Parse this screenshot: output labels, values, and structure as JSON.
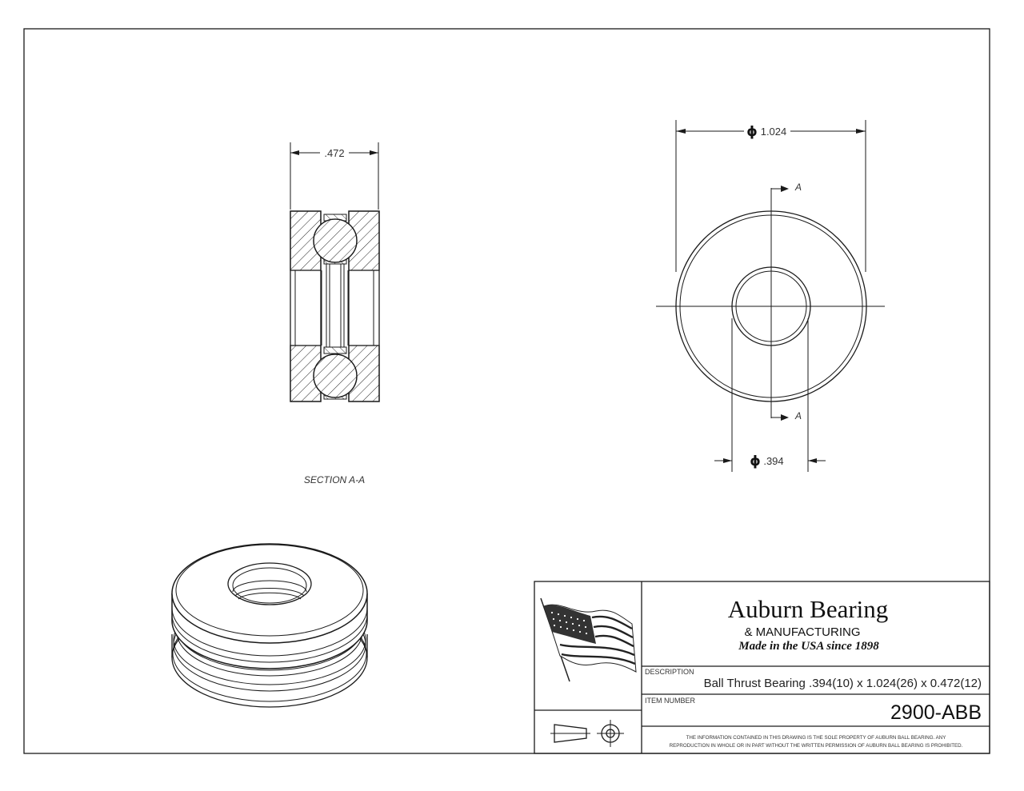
{
  "dimensions": {
    "width": ".472",
    "outer_diameter": "1.024",
    "inner_diameter": ".394",
    "diameter_symbol": "ϕ"
  },
  "views": {
    "section_label": "SECTION A-A",
    "cut_marker": "A"
  },
  "title_block": {
    "company": "Auburn Bearing",
    "subtitle": "& MANUFACTURING",
    "tagline": "Made in the USA since 1898",
    "description_caption": "DESCRIPTION",
    "description": "Ball Thrust Bearing .394(10) x 1.024(26) x 0.472(12)",
    "item_caption": "ITEM NUMBER",
    "item_number": "2900-ABB",
    "notice_line1": "THE INFORMATION CONTAINED IN THIS DRAWING IS THE SOLE PROPERTY OF AUBURN BALL BEARING.  ANY",
    "notice_line2": "REPRODUCTION IN WHOLE OR IN PART WITHOUT THE WRITTEN PERMISSION OF AUBURN BALL BEARING IS PROHIBITED."
  },
  "icons": {
    "flag": "us-flag-icon",
    "projection": "third-angle-projection-icon"
  }
}
